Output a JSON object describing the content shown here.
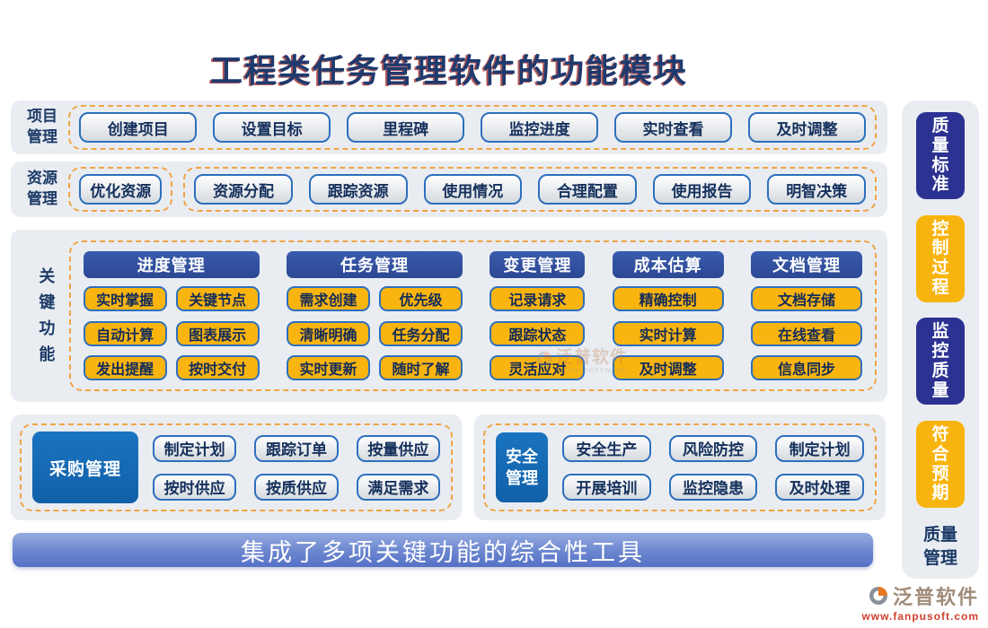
{
  "title": "工程类任务管理软件的功能模块",
  "rows": [
    {
      "label": "项目管理",
      "groups": [
        [
          "创建项目",
          "设置目标",
          "里程碑",
          "监控进度",
          "实时查看",
          "及时调整"
        ]
      ]
    },
    {
      "label": "资源管理",
      "groups": [
        [
          "优化资源"
        ],
        [
          "资源分配",
          "跟踪资源",
          "使用情况",
          "合理配置",
          "使用报告",
          "明智决策"
        ]
      ]
    }
  ],
  "key_functions": {
    "label": "关键功能",
    "columns": [
      {
        "header": "进度管理",
        "layout": "2col",
        "items": [
          "实时掌握",
          "关键节点",
          "自动计算",
          "图表展示",
          "发出提醒",
          "按时交付"
        ]
      },
      {
        "header": "任务管理",
        "layout": "2col",
        "items": [
          "需求创建",
          "优先级",
          "清晰明确",
          "任务分配",
          "实时更新",
          "随时了解"
        ]
      },
      {
        "header": "变更管理",
        "layout": "1col",
        "items": [
          "记录请求",
          "跟踪状态",
          "灵活应对"
        ]
      },
      {
        "header": "成本估算",
        "layout": "1col",
        "items": [
          "精确控制",
          "实时计算",
          "及时调整"
        ]
      },
      {
        "header": "文档管理",
        "layout": "1col",
        "items": [
          "文档存储",
          "在线查看",
          "信息同步"
        ]
      }
    ]
  },
  "bottom_sections": [
    {
      "label": "采购管理",
      "items": [
        "制定计划",
        "跟踪订单",
        "按量供应",
        "按时供应",
        "按质供应",
        "满足需求"
      ]
    },
    {
      "label": "安全管理",
      "items": [
        "安全生产",
        "风险防控",
        "制定计划",
        "开展培训",
        "监控隐患",
        "及时处理"
      ]
    }
  ],
  "footer_banner": "集成了多项关键功能的综合性工具",
  "sidebar": {
    "items": [
      {
        "label": "质量标准",
        "color": "#2B3291"
      },
      {
        "label": "控制过程",
        "color": "#F8B40E"
      },
      {
        "label": "监控质量",
        "color": "#2B3291"
      },
      {
        "label": "符合预期",
        "color": "#F8B40E"
      }
    ],
    "caption": "质量管理"
  },
  "watermark": {
    "text": "泛普软件",
    "subtext": "FANPU SOFTWARE"
  },
  "logo": {
    "name": "泛普软件",
    "url": "www.fanpusoft.com"
  },
  "colors": {
    "title_text": "#1E3A6E",
    "title_shadow_red": "#A94442",
    "panel_bg": "#E9EDF2",
    "dashed_orange": "#F2A343",
    "header_navy": "#2F4F9F",
    "button_yellow": "#F9B410",
    "button_border_blue": "#2E6FBD",
    "button_text_navy": "#15305C",
    "category_blue": "#1668B4",
    "banner_blue": "#6B86CF",
    "sidebar_navy": "#2B3291",
    "sidebar_orange": "#F8B40E",
    "logo_url_red": "#D2402E"
  }
}
